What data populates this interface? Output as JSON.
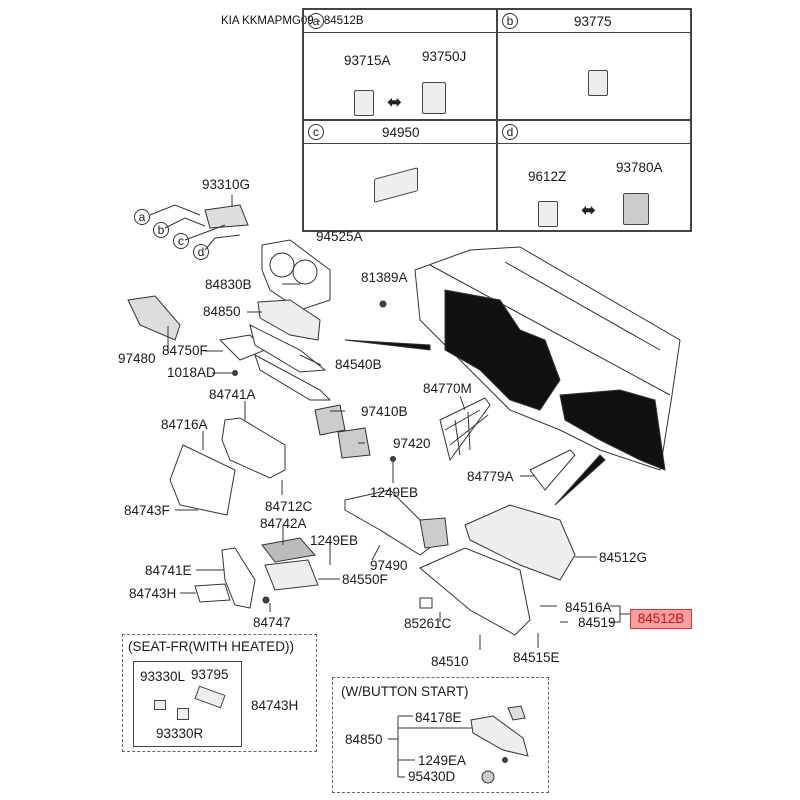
{
  "header": {
    "title": "KIA KKMAPMG09 - 84512B"
  },
  "detail_grid": {
    "cells": [
      {
        "circle": "a",
        "part": "",
        "labels": [
          "93715A",
          "93750J"
        ]
      },
      {
        "circle": "b",
        "part": "93775",
        "labels": []
      },
      {
        "circle": "c",
        "part": "94950",
        "labels": []
      },
      {
        "circle": "d",
        "part": "",
        "labels": [
          "9612Z",
          "93780A"
        ]
      }
    ]
  },
  "callout_circles": [
    "a",
    "b",
    "c",
    "d"
  ],
  "highlighted_part": "84512B",
  "highlight_color": "#f5a0a0",
  "parts": {
    "p93310G": "93310G",
    "p94525A": "94525A",
    "p84830B": "84830B",
    "p81389A": "81389A",
    "p84850": "84850",
    "p97480": "97480",
    "p84750F": "84750F",
    "p84540B": "84540B",
    "p1018AD": "1018AD",
    "p84741A": "84741A",
    "p84770M": "84770M",
    "p97410B": "97410B",
    "p84716A": "84716A",
    "p97420": "97420",
    "p1249EB_a": "1249EB",
    "p84779A": "84779A",
    "p84712C": "84712C",
    "p84743F": "84743F",
    "p84742A": "84742A",
    "p1249EB_b": "1249EB",
    "p97490": "97490",
    "p84512G": "84512G",
    "p84741E": "84741E",
    "p84550F": "84550F",
    "p84743H": "84743H",
    "p84516A": "84516A",
    "p85261C": "85261C",
    "p84519": "84519",
    "p84747": "84747",
    "p84510": "84510",
    "p84515E": "84515E"
  },
  "seat_box": {
    "title": "(SEAT-FR(WITH HEATED))",
    "labels": [
      "93330L",
      "93795",
      "93330R"
    ],
    "assembly": "84743H"
  },
  "button_box": {
    "title": "(W/BUTTON START)",
    "assembly": "84850",
    "labels": [
      "84178E",
      "1249EA",
      "95430D"
    ]
  }
}
